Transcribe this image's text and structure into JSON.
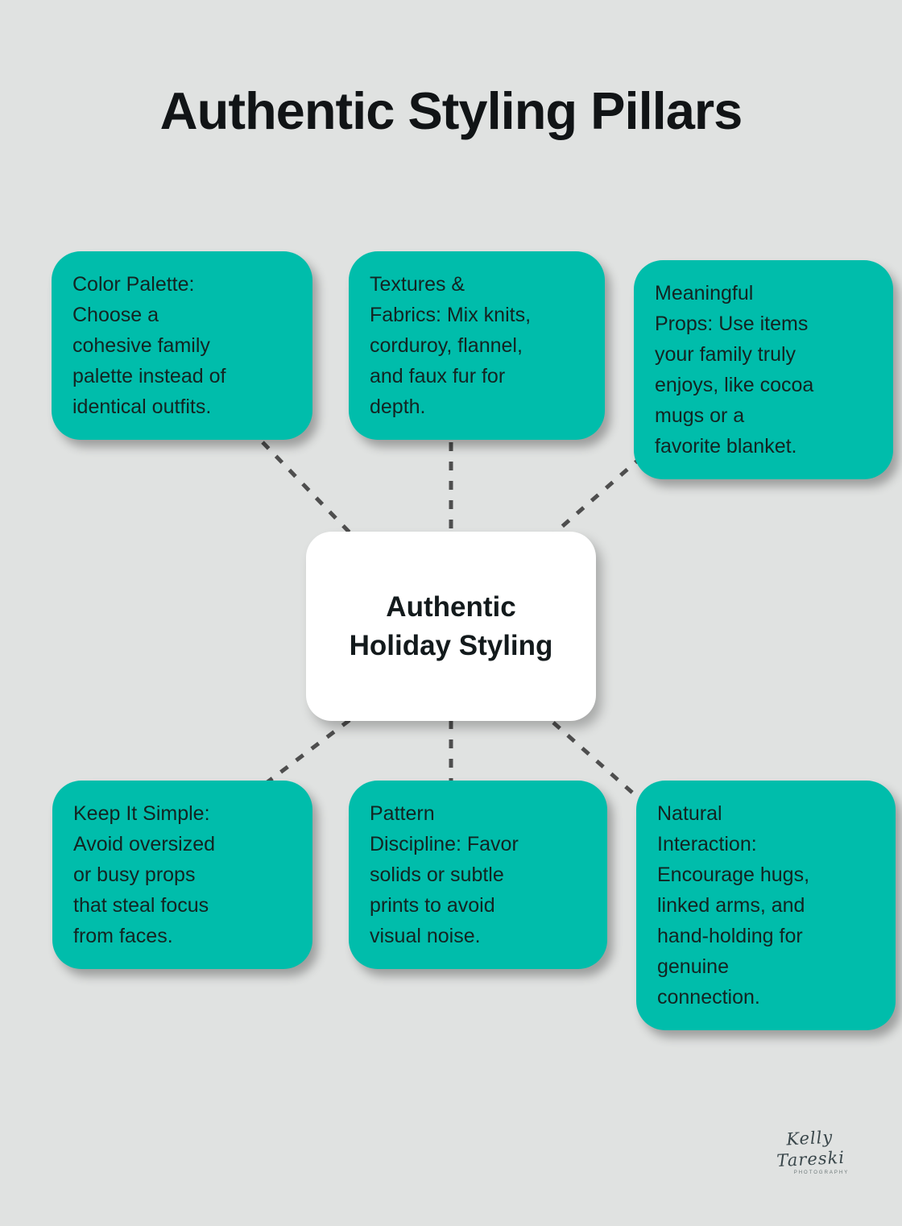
{
  "title": "Authentic Styling Pillars",
  "colors": {
    "accent": "#00BDAB",
    "background": "#E0E2E1",
    "connector": "#4E4E4E",
    "text": "#132422",
    "center_bg": "#FFFFFF"
  },
  "center": {
    "label": "Authentic\nHoliday Styling"
  },
  "pillars": [
    {
      "id": "color-palette",
      "text": "Color Palette:\nChoose a\ncohesive family\npalette instead of\nidentical outfits."
    },
    {
      "id": "textures-fabrics",
      "text": "Textures &\nFabrics: Mix knits,\ncorduroy, flannel,\nand faux fur for\ndepth."
    },
    {
      "id": "meaningful-props",
      "text": "Meaningful\nProps: Use items\nyour family truly\nenjoys, like cocoa\nmugs or a\nfavorite blanket."
    },
    {
      "id": "keep-it-simple",
      "text": "Keep It Simple:\nAvoid oversized\nor busy props\nthat steal focus\nfrom faces."
    },
    {
      "id": "pattern-discipline",
      "text": "Pattern\nDiscipline: Favor\nsolids or subtle\nprints to avoid\nvisual noise."
    },
    {
      "id": "natural-interaction",
      "text": "Natural\nInteraction:\nEncourage hugs,\nlinked arms, and\nhand-holding for\ngenuine\nconnection."
    }
  ],
  "watermark": {
    "name": "Kelly Tareski",
    "subtitle": "PHOTOGRAPHY"
  }
}
